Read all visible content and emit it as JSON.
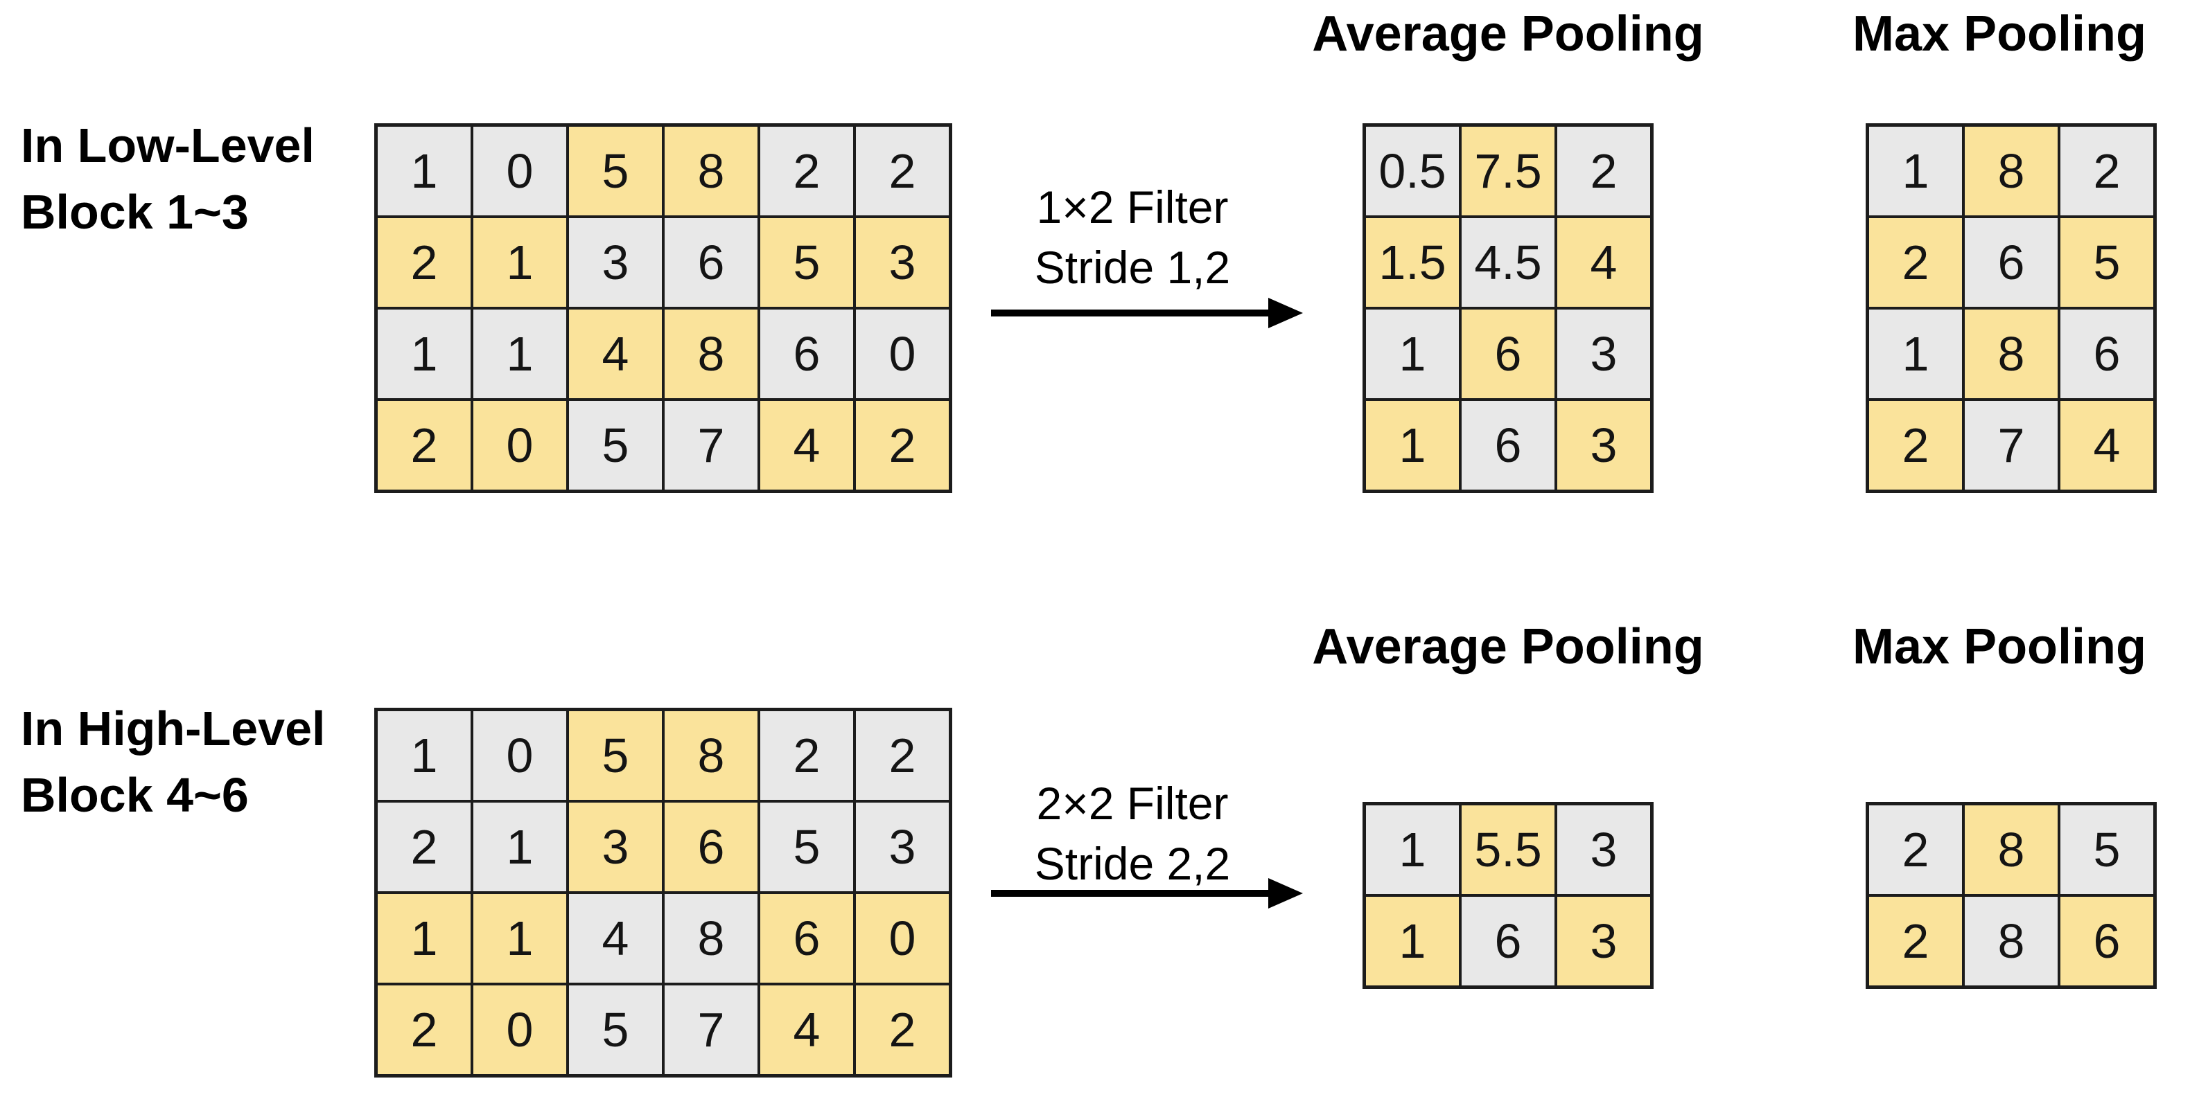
{
  "colors": {
    "cell_yellow": "#FAE39B",
    "cell_gray": "#E8E8E8",
    "grid_border": "#1C1C1C",
    "text": "#000000",
    "background": "#FFFFFF"
  },
  "low": {
    "label_line1": "In Low-Level",
    "label_line2": "Block 1~3",
    "filter_line1": "1×2 Filter",
    "filter_line2": "Stride 1,2",
    "avg_title": "Average Pooling",
    "max_title": "Max Pooling",
    "input": {
      "values": [
        [
          1,
          0,
          5,
          8,
          2,
          2
        ],
        [
          2,
          1,
          3,
          6,
          5,
          3
        ],
        [
          1,
          1,
          4,
          8,
          6,
          0
        ],
        [
          2,
          0,
          5,
          7,
          4,
          2
        ]
      ],
      "colors": [
        [
          "g",
          "g",
          "y",
          "y",
          "g",
          "g"
        ],
        [
          "y",
          "y",
          "g",
          "g",
          "y",
          "y"
        ],
        [
          "g",
          "g",
          "y",
          "y",
          "g",
          "g"
        ],
        [
          "y",
          "y",
          "g",
          "g",
          "y",
          "y"
        ]
      ]
    },
    "avg": {
      "values": [
        [
          0.5,
          7.5,
          2
        ],
        [
          1.5,
          4.5,
          4
        ],
        [
          1,
          6,
          3
        ],
        [
          1,
          6,
          3
        ]
      ],
      "colors": [
        [
          "g",
          "y",
          "g"
        ],
        [
          "y",
          "g",
          "y"
        ],
        [
          "g",
          "y",
          "g"
        ],
        [
          "y",
          "g",
          "y"
        ]
      ]
    },
    "max": {
      "values": [
        [
          1,
          8,
          2
        ],
        [
          2,
          6,
          5
        ],
        [
          1,
          8,
          6
        ],
        [
          2,
          7,
          4
        ]
      ],
      "colors": [
        [
          "g",
          "y",
          "g"
        ],
        [
          "y",
          "g",
          "y"
        ],
        [
          "g",
          "y",
          "g"
        ],
        [
          "y",
          "g",
          "y"
        ]
      ]
    }
  },
  "high": {
    "label_line1": "In High-Level",
    "label_line2": "Block 4~6",
    "filter_line1": "2×2 Filter",
    "filter_line2": "Stride 2,2",
    "avg_title": "Average Pooling",
    "max_title": "Max Pooling",
    "input": {
      "values": [
        [
          1,
          0,
          5,
          8,
          2,
          2
        ],
        [
          2,
          1,
          3,
          6,
          5,
          3
        ],
        [
          1,
          1,
          4,
          8,
          6,
          0
        ],
        [
          2,
          0,
          5,
          7,
          4,
          2
        ]
      ],
      "colors": [
        [
          "g",
          "g",
          "y",
          "y",
          "g",
          "g"
        ],
        [
          "g",
          "g",
          "y",
          "y",
          "g",
          "g"
        ],
        [
          "y",
          "y",
          "g",
          "g",
          "y",
          "y"
        ],
        [
          "y",
          "y",
          "g",
          "g",
          "y",
          "y"
        ]
      ]
    },
    "avg": {
      "values": [
        [
          1,
          5.5,
          3
        ],
        [
          1,
          6,
          3
        ]
      ],
      "colors": [
        [
          "g",
          "y",
          "g"
        ],
        [
          "y",
          "g",
          "y"
        ]
      ]
    },
    "max": {
      "values": [
        [
          2,
          8,
          5
        ],
        [
          2,
          8,
          6
        ]
      ],
      "colors": [
        [
          "g",
          "y",
          "g"
        ],
        [
          "y",
          "g",
          "y"
        ]
      ]
    }
  }
}
